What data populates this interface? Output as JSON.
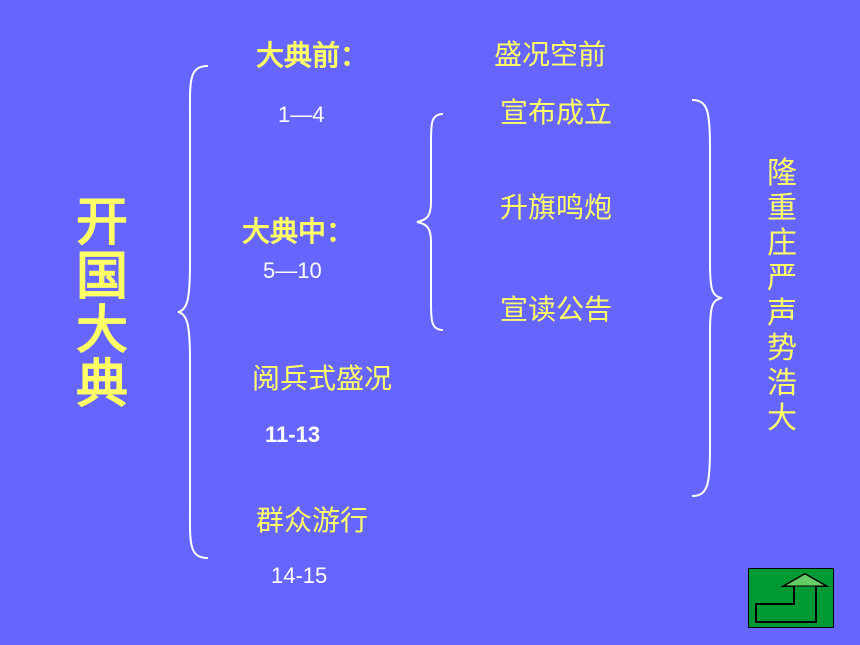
{
  "title": "开国大典",
  "before": {
    "heading": "大典前：",
    "range": "1—4",
    "desc": "盛况空前"
  },
  "during": {
    "heading": "大典中：",
    "range": "5—10",
    "items": [
      "宣布成立",
      "升旗鸣炮",
      "宣读公告"
    ]
  },
  "parade": {
    "label": "阅兵式盛况",
    "range": "11-13"
  },
  "procession": {
    "label": "群众游行",
    "range": "14-15"
  },
  "summary": "隆重庄严 声势浩大",
  "nav": {
    "icon": "return-arrow-icon"
  },
  "colors": {
    "background": "#6666ff",
    "accent_text": "#ffff66",
    "number_text": "#ffffff",
    "nav_button": "#009933",
    "nav_border": "#000000"
  }
}
